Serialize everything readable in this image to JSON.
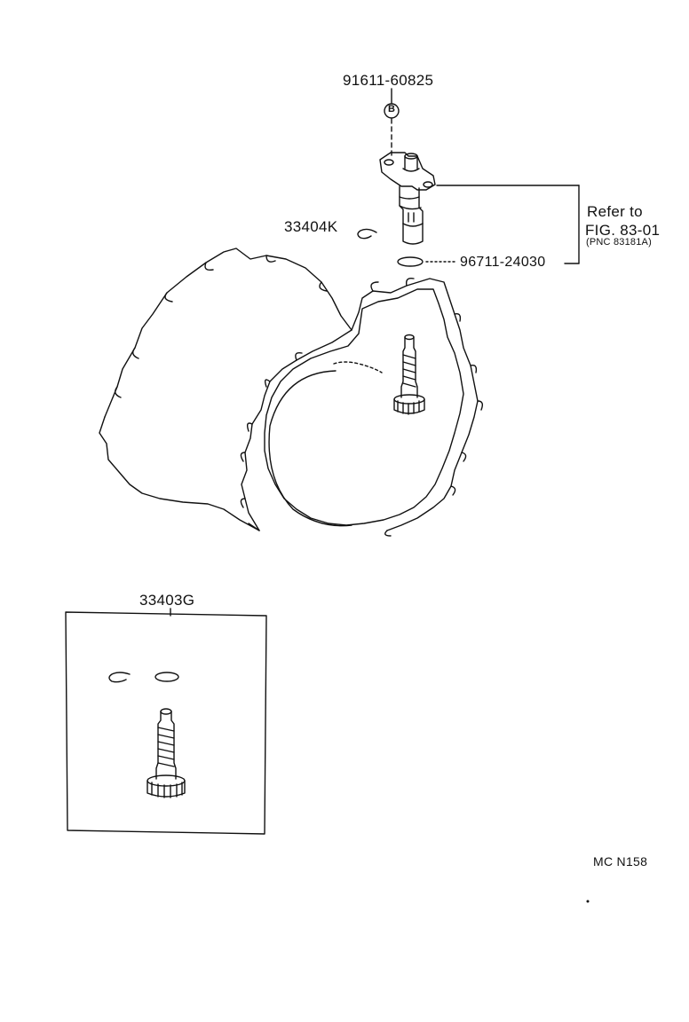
{
  "parts": {
    "bolt_part_no": "91611-60825",
    "bolt_ref_letter": "B",
    "clip_part_no": "33404K",
    "oring_part_no": "96711-24030",
    "kit_part_no": "33403G"
  },
  "reference": {
    "line1": "Refer to",
    "line2": "FIG. 83-01",
    "line3": "(PNC 83181A)"
  },
  "diagram_code": "MC N158",
  "colors": {
    "ink": "#111111",
    "paper": "#ffffff"
  }
}
